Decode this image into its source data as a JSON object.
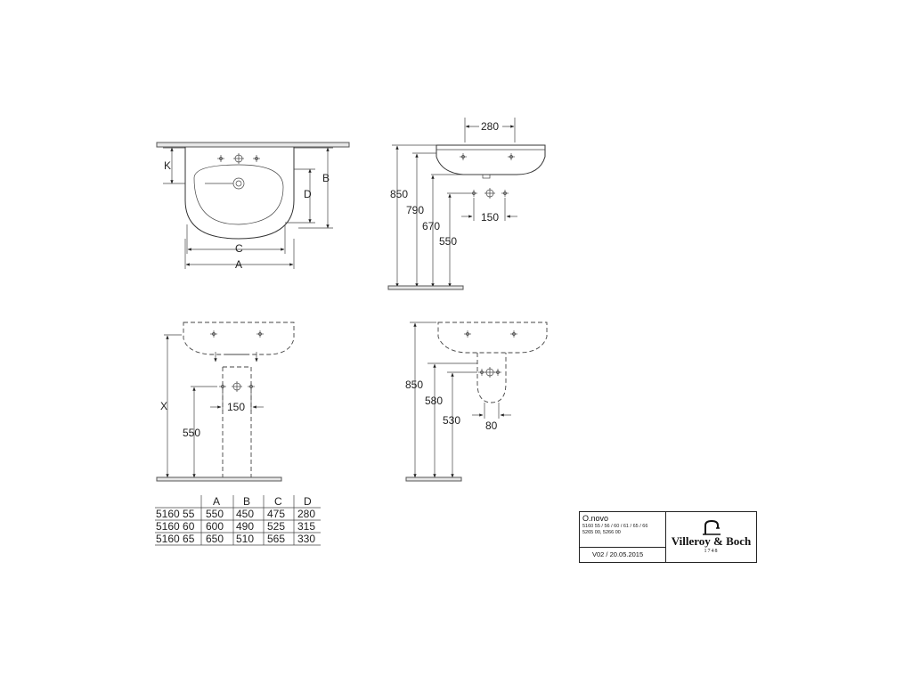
{
  "dimensions": {
    "front_view": {
      "k": "K",
      "b": "B",
      "d": "D",
      "c": "C",
      "a": "A"
    },
    "side_view": {
      "depth": "280",
      "h850": "850",
      "h790": "790",
      "h670": "670",
      "h550": "550",
      "valve_spacing": "150"
    },
    "pedestal_front": {
      "x": "X",
      "h550": "550",
      "valve_spacing": "150"
    },
    "pedestal_side": {
      "h850": "850",
      "h580": "580",
      "h530": "530",
      "w80": "80"
    }
  },
  "size_table": {
    "headers": [
      "",
      "A",
      "B",
      "C",
      "D"
    ],
    "rows": [
      [
        "5160 55",
        "550",
        "450",
        "475",
        "280"
      ],
      [
        "5160 60",
        "600",
        "490",
        "525",
        "315"
      ],
      [
        "5160 65",
        "650",
        "510",
        "565",
        "330"
      ]
    ]
  },
  "title_block": {
    "product": "O.novo",
    "codes_line1": "5160 55 / 56 / 60 / 61 / 65 / 66",
    "codes_line2": "5265 00, 5266 00",
    "version": "V02 / 20.05.2015",
    "brand": "Villeroy & Boch",
    "brand_year": "1748",
    "logo_icon": "faucet-logo-icon"
  }
}
